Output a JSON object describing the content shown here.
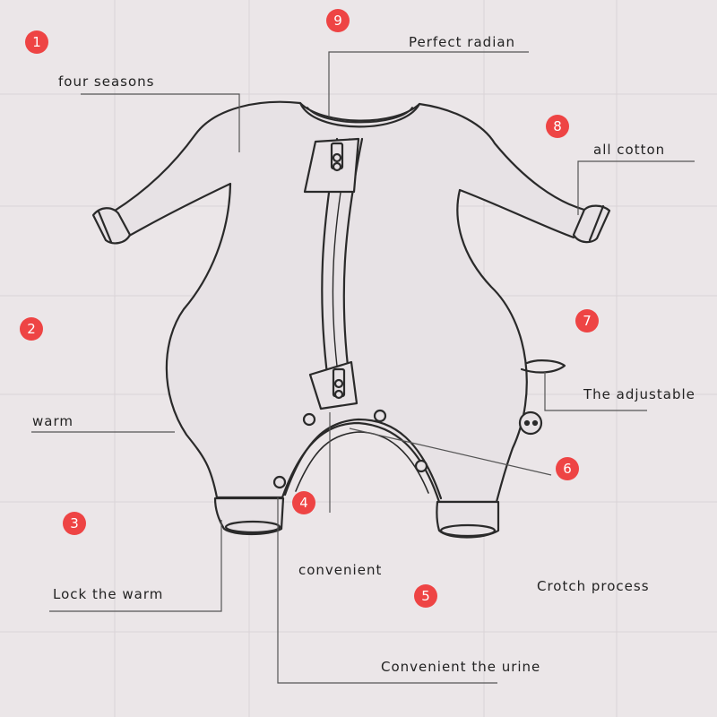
{
  "colors": {
    "background": "#ebe6e8",
    "garment_fill": "#e7e2e5",
    "outline": "#2a2a2a",
    "leader_line": "#555555",
    "badge": "#ee4444",
    "badge_text": "#ffffff"
  },
  "badges": [
    "1",
    "2",
    "3",
    "4",
    "5",
    "6",
    "7",
    "8",
    "9"
  ],
  "labels": {
    "perfect_radian": "Perfect radian",
    "four_seasons": "four seasons",
    "all_cotton": "all cotton",
    "warm": "warm",
    "the_adjustable": "The adjustable",
    "lock_the_warm": "Lock the warm",
    "convenient": "convenient",
    "crotch_process": "Crotch process",
    "convenient_the_urine": "Convenient the urine"
  }
}
